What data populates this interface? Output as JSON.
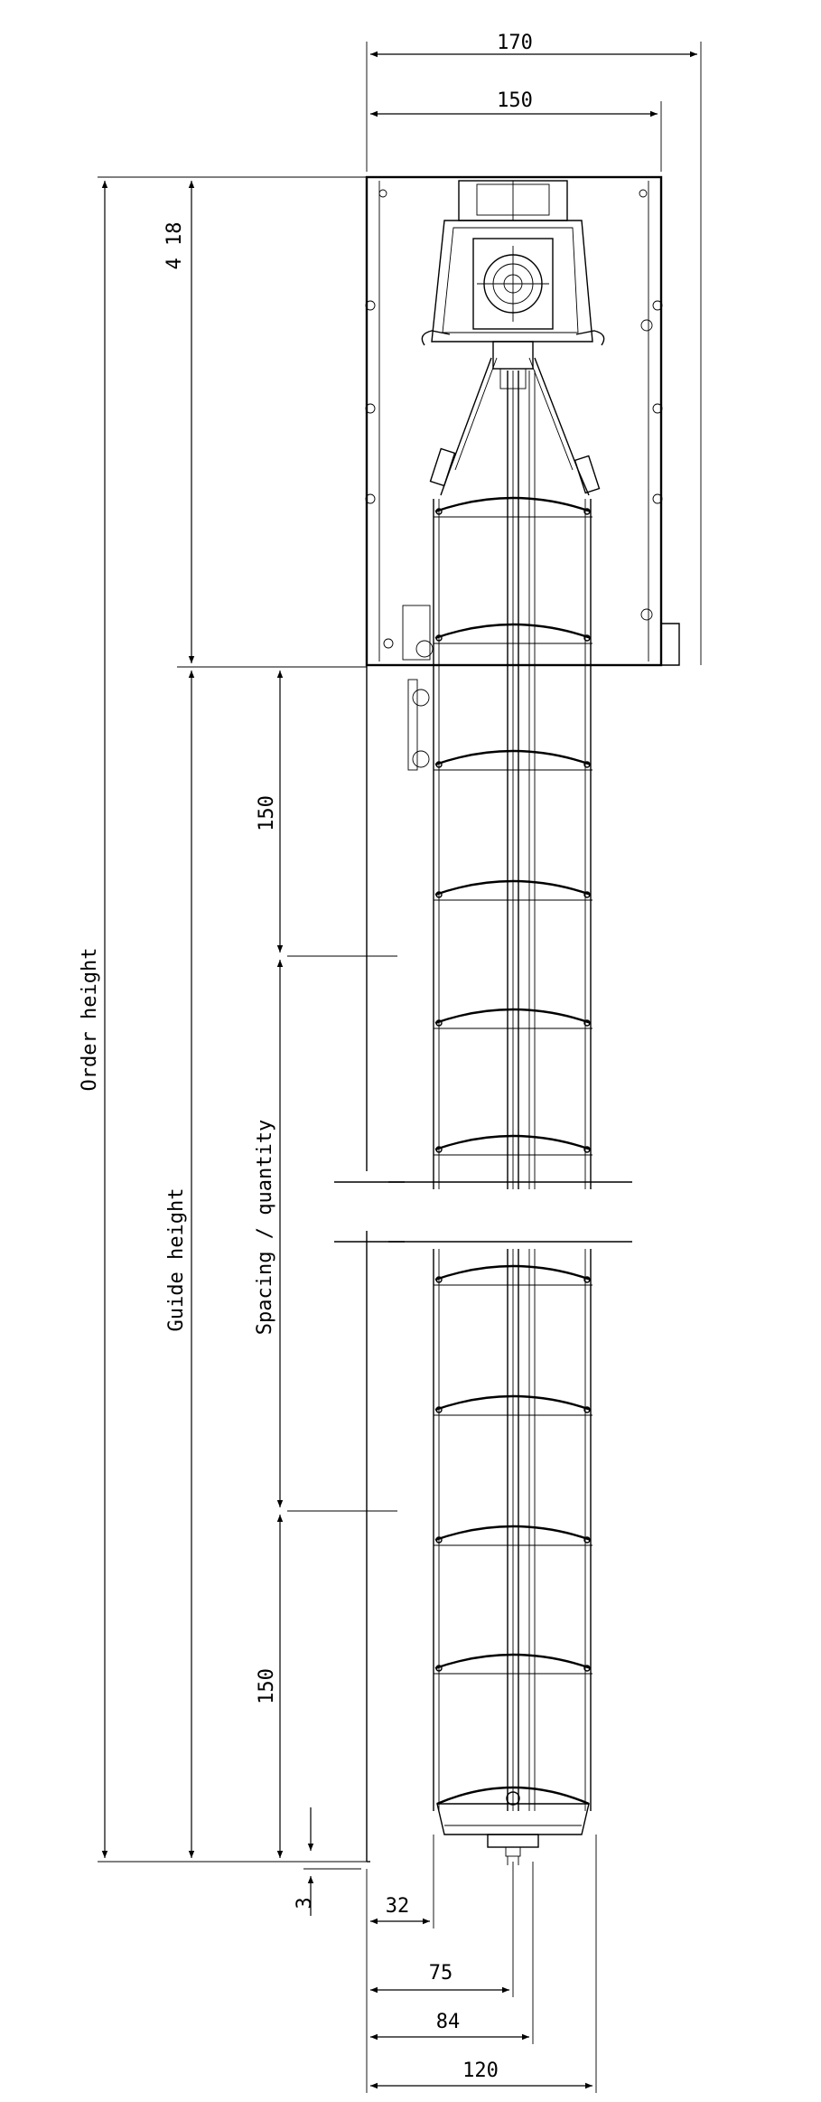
{
  "dimensions": {
    "width_total": "170",
    "width_inner": "150",
    "head_height": "4 18",
    "spacing_top": "150",
    "spacing_bottom": "150",
    "gap": "3",
    "offset_32": "32",
    "offset_75": "75",
    "offset_84": "84",
    "width_120": "120"
  },
  "labels": {
    "order_height": "Order height",
    "guide_height": "Guide height",
    "spacing_quantity": "Spacing / quantity"
  }
}
